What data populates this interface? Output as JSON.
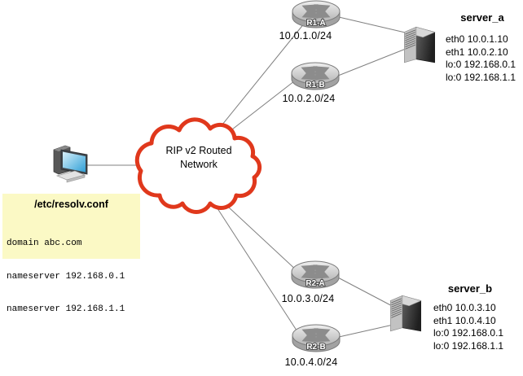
{
  "diagram_type": "network-topology",
  "cloud": {
    "label_line1": "RIP v2 Routed",
    "label_line2": "Network",
    "stroke_color": "#E0381C"
  },
  "note": {
    "title": "/etc/resolv.conf",
    "lines": [
      "domain abc.com",
      "nameserver 192.168.0.1",
      "nameserver 192.168.1.1"
    ],
    "bg_color": "#FBF9C5"
  },
  "routers": [
    {
      "id": "R1-A",
      "network": "10.0.1.0/24"
    },
    {
      "id": "R1-B",
      "network": "10.0.2.0/24"
    },
    {
      "id": "R2-A",
      "network": "10.0.3.0/24"
    },
    {
      "id": "R2-B",
      "network": "10.0.4.0/24"
    }
  ],
  "servers": [
    {
      "name": "server_a",
      "interfaces": [
        "eth0 10.0.1.10",
        "eth1 10.0.2.10",
        "lo:0 192.168.0.1",
        "lo:0 192.168.1.1"
      ]
    },
    {
      "name": "server_b",
      "interfaces": [
        "eth0 10.0.3.10",
        "eth1 10.0.4.10",
        "lo:0 192.168.0.1",
        "lo:0 192.168.1.1"
      ]
    }
  ],
  "colors": {
    "connector": "#808080",
    "cloud_stroke": "#E0381C",
    "note_bg": "#FBF9C5"
  },
  "icons": {
    "workstation": "desktop-computer-icon",
    "router": "router-icon",
    "server": "server-tower-icon",
    "cloud": "network-cloud-shape"
  }
}
